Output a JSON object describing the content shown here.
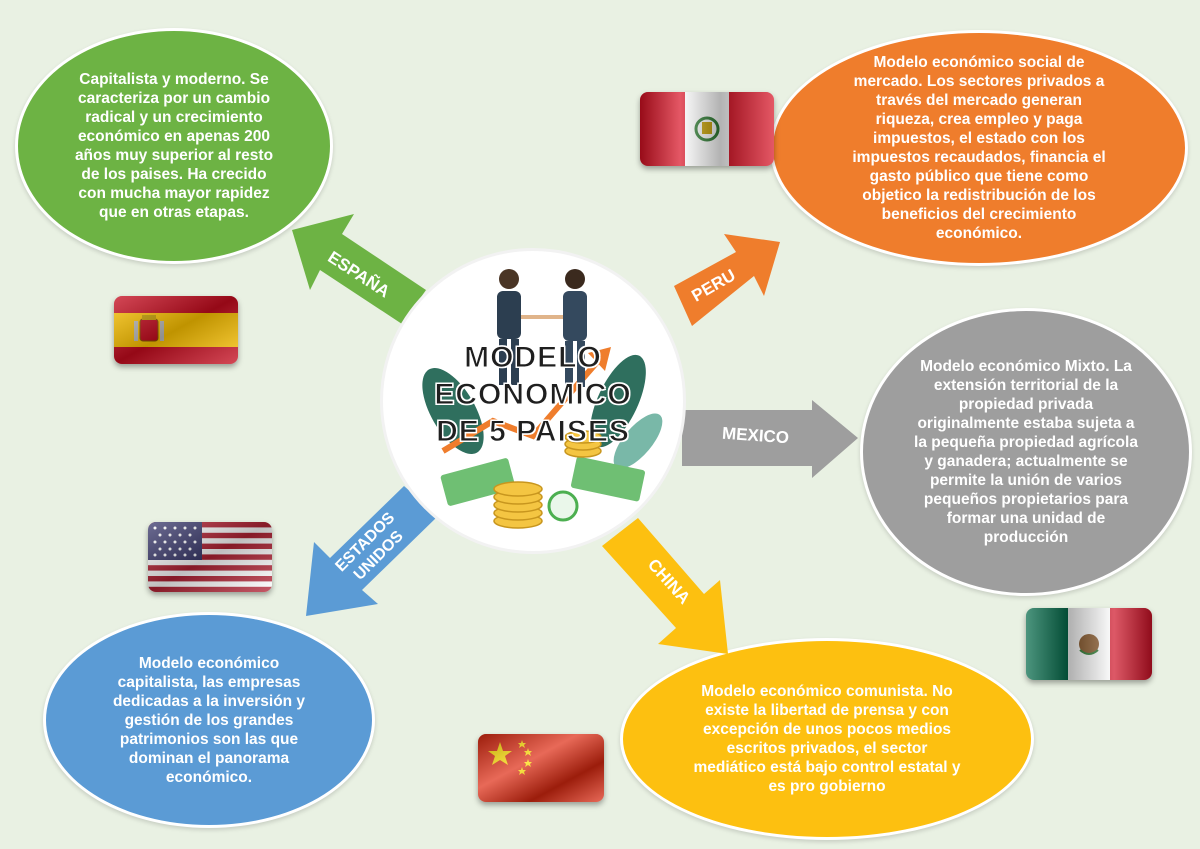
{
  "center": {
    "title_lines": [
      "MODELO",
      "ECONOMICO",
      "DE 5 PAISES"
    ]
  },
  "countries": {
    "espana": {
      "label": "ESPAÑA",
      "color": "#6db344",
      "text": "Capitalista y moderno. Se caracteriza por un cambio radical y un crecimiento económico en apenas 200 años muy superior al resto de los paises. Ha crecido con mucha mayor rapidez que en otras etapas."
    },
    "peru": {
      "label": "PERU",
      "color": "#ef7d2c",
      "text": "Modelo económico social de mercado. Los sectores privados a través del mercado generan riqueza, crea empleo y paga impuestos, el estado con los impuestos recaudados, financia el gasto público que tiene como objetico la redistribución de los beneficios del crecimiento económico."
    },
    "mexico": {
      "label": "MEXICO",
      "color": "#9e9e9e",
      "text": "Modelo económico Mixto. La extensión territorial de la propiedad privada originalmente estaba sujeta a la pequeña propiedad agrícola y ganadera; actualmente se permite la unión de varios pequeños propietarios para formar una unidad de producción"
    },
    "china": {
      "label": "CHINA",
      "color": "#fdc010",
      "text": "Modelo económico comunista. No existe la libertad de prensa y con excepción de unos pocos medios escritos privados, el sector mediático está bajo control estatal y es pro gobierno"
    },
    "usa": {
      "label_lines": [
        "ESTADOS",
        "UNIDOS"
      ],
      "color": "#5b9bd5",
      "text": "Modelo económico capitalista, las empresas dedicadas a la inversión y gestión de los grandes patrimonios son las que dominan el panorama económico."
    }
  },
  "icons": {
    "flag_spain": "spain-flag-icon",
    "flag_peru": "peru-flag-icon",
    "flag_mexico": "mexico-flag-icon",
    "flag_china": "china-flag-icon",
    "flag_usa": "usa-flag-icon",
    "center_illustration": "handshake-money-illustration"
  }
}
